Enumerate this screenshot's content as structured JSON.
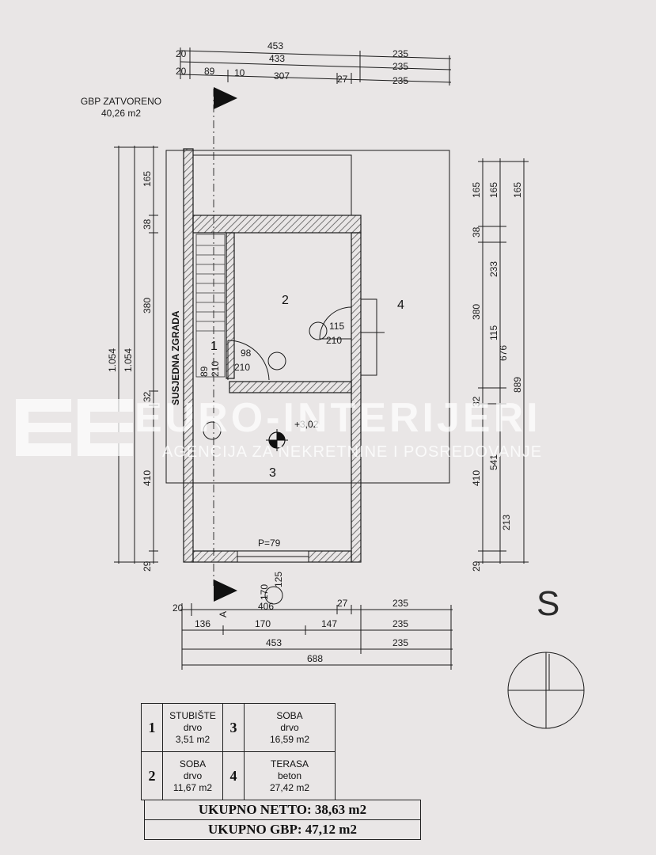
{
  "gbp_zatvoreno": {
    "label": "GBP ZATVORENO",
    "area": "40,26 m2"
  },
  "top_dims": {
    "row1": [
      "20",
      "453",
      "235"
    ],
    "row2": [
      "433",
      "235"
    ],
    "row3": [
      "20",
      "89",
      "10",
      "307",
      "27",
      "235"
    ]
  },
  "left_dims": {
    "outer": "1.054",
    "inner": "1.054",
    "segments": [
      "165",
      "38",
      "380",
      "32",
      "410",
      "29"
    ]
  },
  "right_dims": {
    "segments": [
      "165",
      "38",
      "233",
      "380",
      "115",
      "32",
      "410",
      "541",
      "29"
    ],
    "col2": [
      "165",
      "676",
      "213"
    ],
    "col3": [
      "165",
      "889"
    ]
  },
  "bottom_dims": {
    "row1": [
      "20",
      "406",
      "27",
      "235"
    ],
    "row2": [
      "136",
      "170",
      "147",
      "235"
    ],
    "row3": [
      "453",
      "235"
    ],
    "row4": [
      "688"
    ]
  },
  "plan_labels": {
    "neighbour": "SUSJEDNA ZGRADA",
    "room1": "1",
    "room2": "2",
    "room3": "3",
    "room4": "4",
    "elevation": "+3,02",
    "door1_w": "98",
    "door1_h": "210",
    "door1_side_a": "89",
    "door1_side_b": "210",
    "door2_w": "115",
    "door2_h": "210",
    "window_label": "P=79",
    "window_a": "170",
    "window_b": "125",
    "section_marker": "A"
  },
  "watermark": {
    "title": "EURO-INTERIJERI",
    "subtitle": "AGENCIJA ZA NEKRETNINE I POSREDOVANJE"
  },
  "north_label": "S",
  "legend": {
    "rooms": [
      {
        "num": "1",
        "name": "STUBIŠTE",
        "material": "drvo",
        "area": "3,51 m2"
      },
      {
        "num": "3",
        "name": "SOBA",
        "material": "drvo",
        "area": "16,59 m2"
      },
      {
        "num": "2",
        "name": "SOBA",
        "material": "drvo",
        "area": "11,67 m2"
      },
      {
        "num": "4",
        "name": "TERASA",
        "material": "beton",
        "area": "27,42 m2"
      }
    ],
    "netto": "UKUPNO NETTO: 38,63 m2",
    "gbp": "UKUPNO GBP: 47,12 m2"
  },
  "colors": {
    "paper": "#e9e6e6",
    "line": "#1b1b1b",
    "hatch": "#555555"
  }
}
